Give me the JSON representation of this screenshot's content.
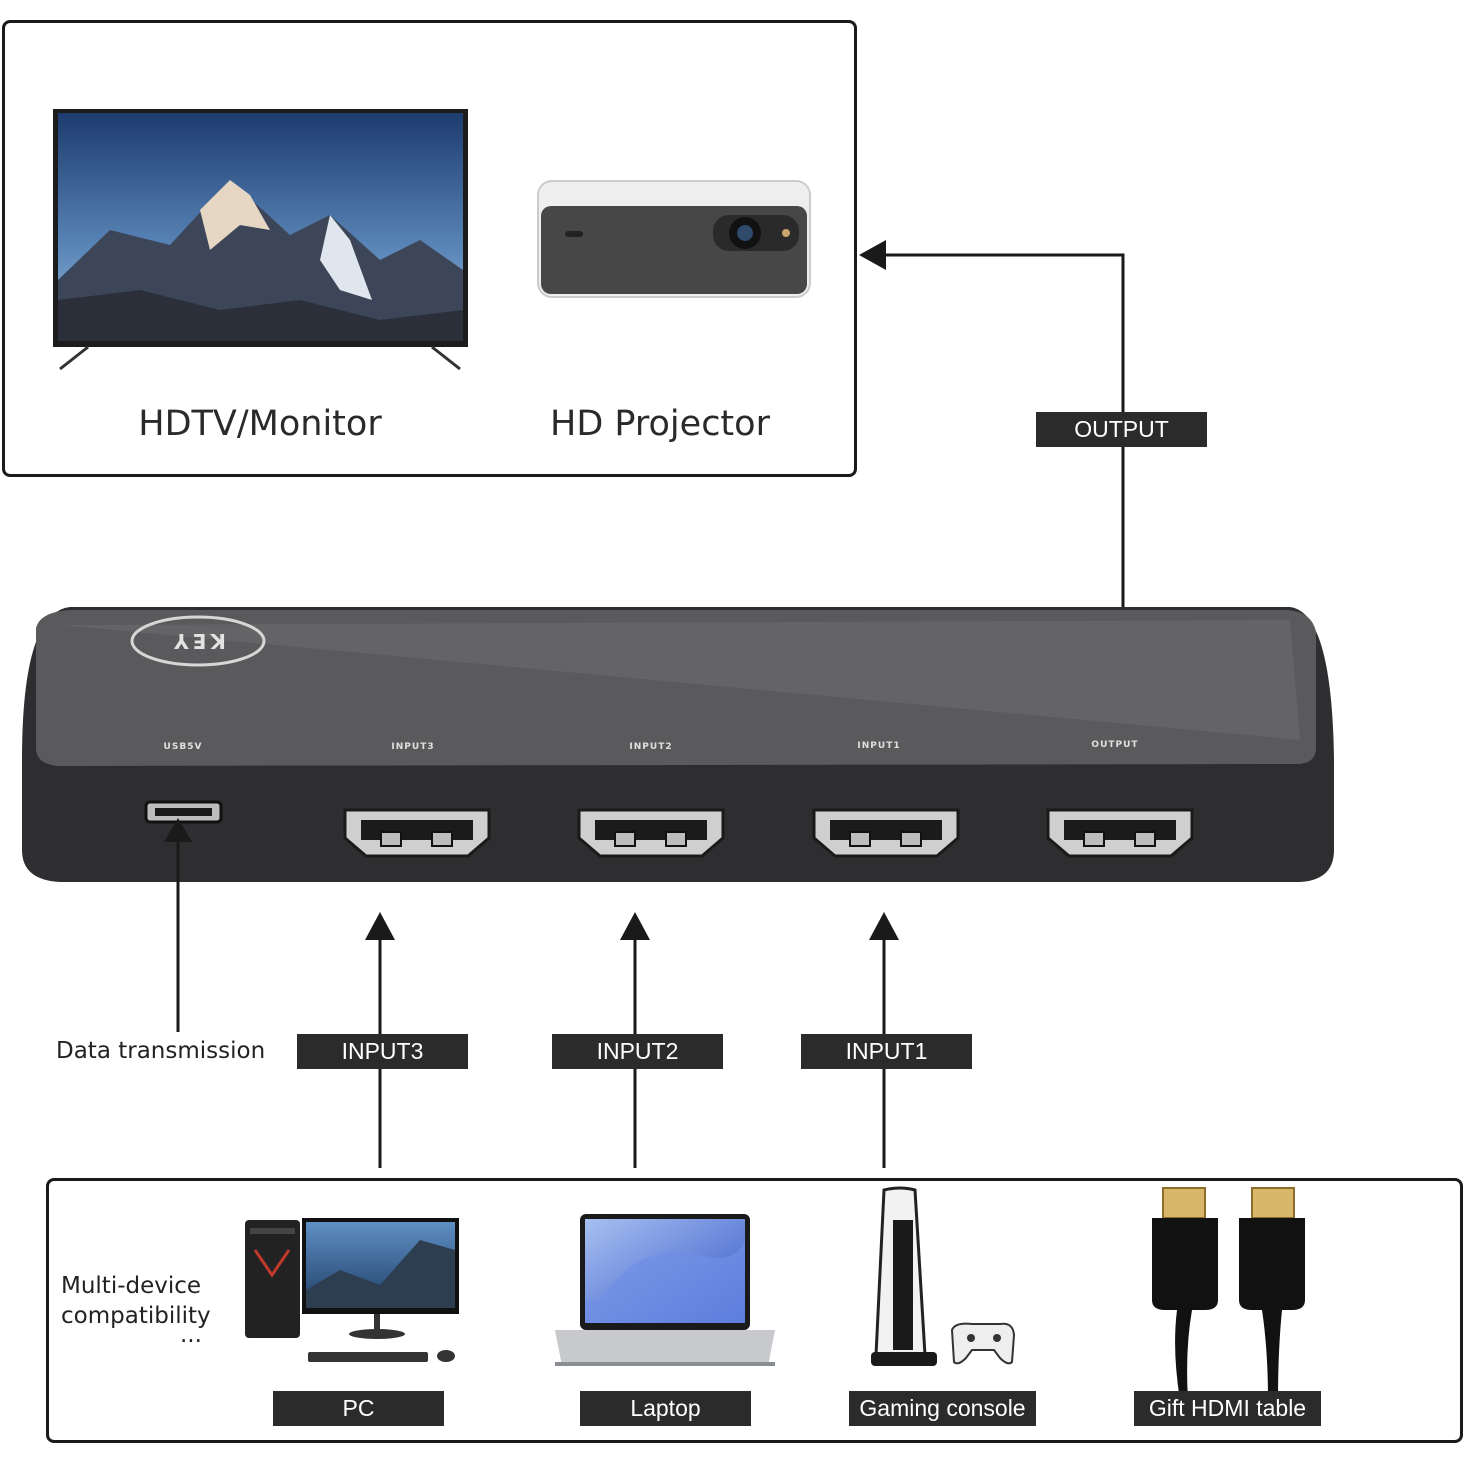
{
  "top_box": {
    "devices": [
      {
        "label": "HDTV/Monitor",
        "icon": "hdtv-monitor-icon"
      },
      {
        "label": "HD Projector",
        "icon": "projector-icon"
      }
    ]
  },
  "switch_box": {
    "brand": "KEY",
    "ports": [
      {
        "label": "USB5V"
      },
      {
        "label": "INPUT3"
      },
      {
        "label": "INPUT2"
      },
      {
        "label": "INPUT1"
      },
      {
        "label": "OUTPUT"
      }
    ],
    "body_color": "#2e2e30",
    "top_color": "#5a5a5c"
  },
  "flow_tags": {
    "output": "OUTPUT",
    "input3": "INPUT3",
    "input2": "INPUT2",
    "input1": "INPUT1",
    "data": "Data transmission"
  },
  "bottom_box": {
    "compat_line1": "Multi-device",
    "compat_line2": "compatibility",
    "compat_ellipsis": "...",
    "devices": [
      {
        "label": "PC",
        "icon": "pc-icon"
      },
      {
        "label": "Laptop",
        "icon": "laptop-icon"
      },
      {
        "label": "Gaming console",
        "icon": "gaming-console-icon"
      },
      {
        "label": "Gift HDMI table",
        "icon": "hdmi-cable-icon"
      }
    ]
  },
  "colors": {
    "tag_bg": "#2b2b2b",
    "line": "#1a1a1a"
  }
}
